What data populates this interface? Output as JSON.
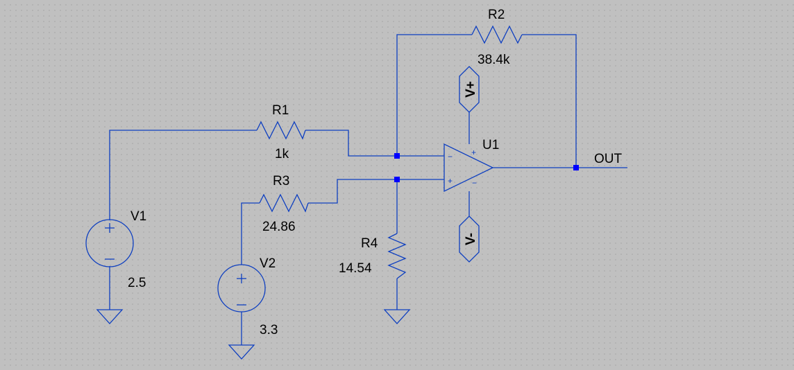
{
  "colors": {
    "background": "#c0c0c0",
    "grid_dot": "#8c8c8c",
    "wire": "#0e3fc0",
    "junction": "#0000ff",
    "text": "#000000"
  },
  "components": {
    "R1": {
      "name": "R1",
      "value": "1k"
    },
    "R2": {
      "name": "R2",
      "value": "38.4k"
    },
    "R3": {
      "name": "R3",
      "value": "24.86"
    },
    "R4": {
      "name": "R4",
      "value": "14.54"
    },
    "V1": {
      "name": "V1",
      "value": "2.5"
    },
    "V2": {
      "name": "V2",
      "value": "3.3"
    },
    "U1": {
      "name": "U1"
    }
  },
  "ports": {
    "vplus": "V+",
    "vminus": "V-"
  },
  "net_labels": {
    "out": "OUT"
  },
  "pin_marks": {
    "plus": "+",
    "minus": "−"
  }
}
